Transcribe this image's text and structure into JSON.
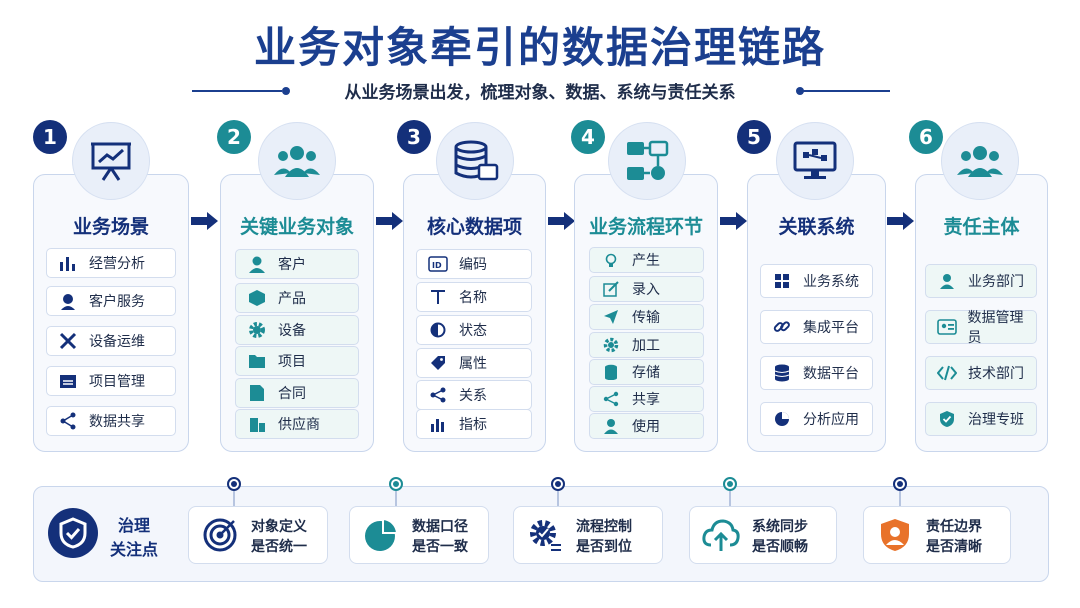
{
  "title": "业务对象牵引的数据治理链路",
  "subtitle": "从业务场景出发，梳理对象、数据、系统与责任关系",
  "columns": [
    {
      "num": "1",
      "title": "业务场景",
      "items": [
        "经营分析",
        "客户服务",
        "设备运维",
        "项目管理",
        "数据共享"
      ]
    },
    {
      "num": "2",
      "title": "关键业务对象",
      "items": [
        "客户",
        "产品",
        "设备",
        "项目",
        "合同",
        "供应商"
      ]
    },
    {
      "num": "3",
      "title": "核心数据项",
      "items": [
        "编码",
        "名称",
        "状态",
        "属性",
        "关系",
        "指标"
      ]
    },
    {
      "num": "4",
      "title": "业务流程环节",
      "items": [
        "产生",
        "录入",
        "传输",
        "加工",
        "存储",
        "共享",
        "使用"
      ]
    },
    {
      "num": "5",
      "title": "关联系统",
      "items": [
        "业务系统",
        "集成平台",
        "数据平台",
        "分析应用"
      ]
    },
    {
      "num": "6",
      "title": "责任主体",
      "items": [
        "业务部门",
        "数据管理员",
        "技术部门",
        "治理专班"
      ]
    }
  ],
  "focus": {
    "label": [
      "治理",
      "关注点"
    ],
    "cards": [
      [
        "对象定义",
        "是否统一"
      ],
      [
        "数据口径",
        "是否一致"
      ],
      [
        "流程控制",
        "是否到位"
      ],
      [
        "系统同步",
        "是否顺畅"
      ],
      [
        "责任边界",
        "是否清晰"
      ]
    ]
  },
  "colors": {
    "navy": "#14307a",
    "teal": "#1c8c95",
    "orange": "#e8722a"
  }
}
